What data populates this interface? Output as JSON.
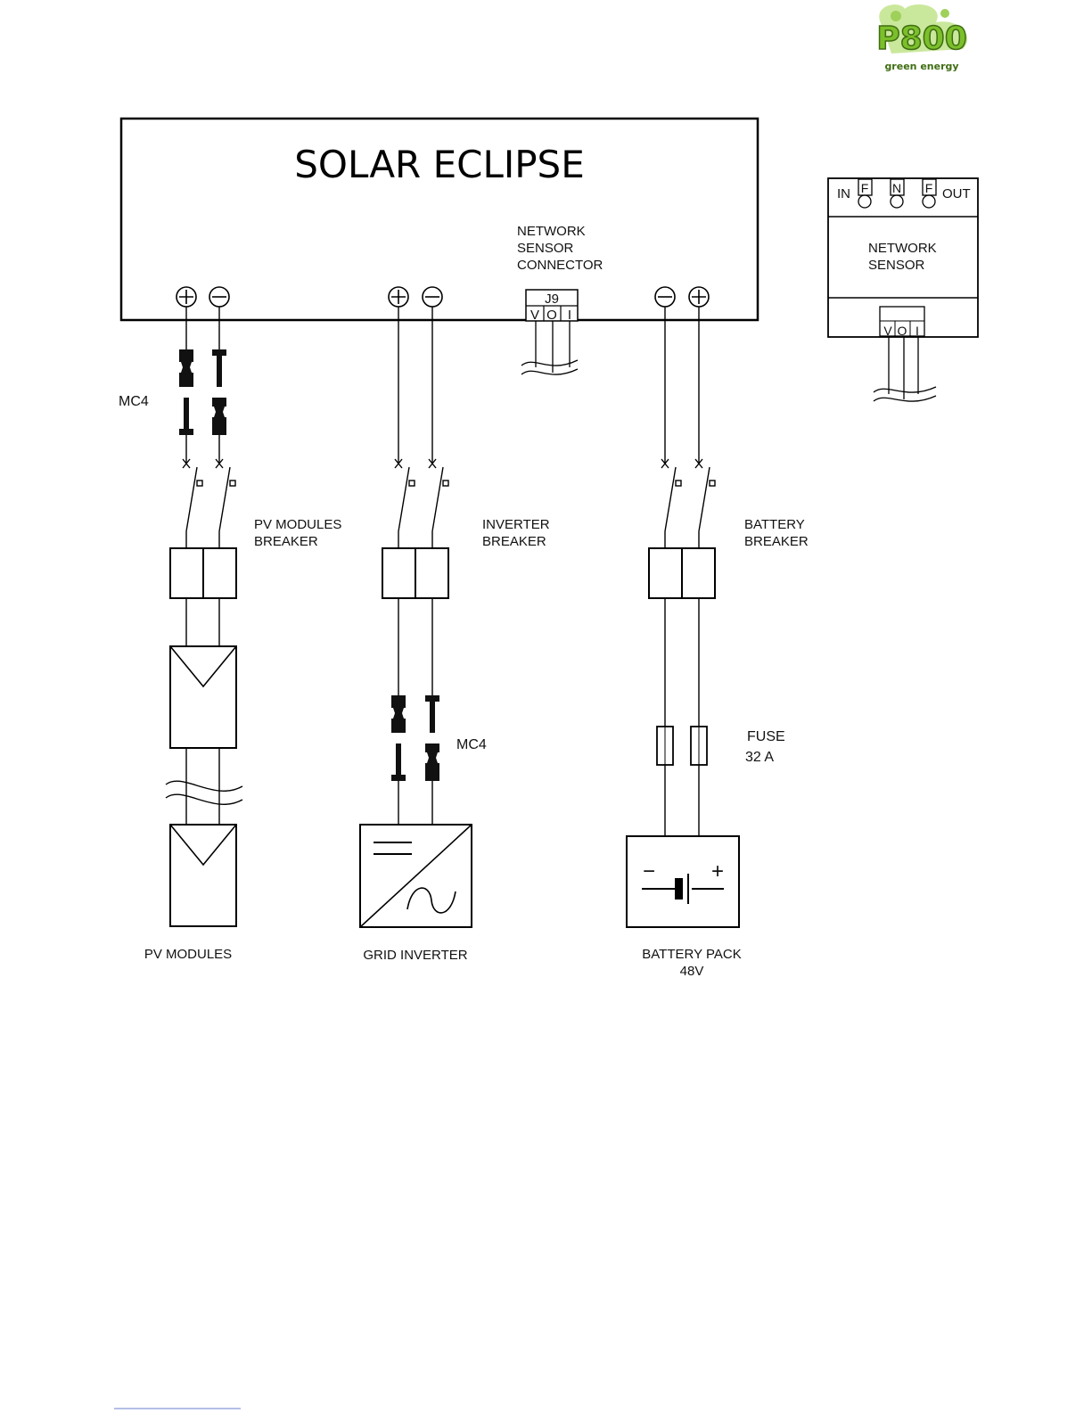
{
  "logo": {
    "text": "P800",
    "tagline": "green energy",
    "brand_color": "#7bbf2a",
    "dark_color": "#3f6d12"
  },
  "main_unit": {
    "title": "SOLAR ECLIPSE",
    "network_connector_label": [
      "NETWORK",
      "SENSOR",
      "CONNECTOR"
    ],
    "j9_label": "J9",
    "j9_pins": [
      "V",
      "O",
      "I"
    ]
  },
  "network_sensor": {
    "in_label": "IN",
    "out_label": "OUT",
    "terminals": [
      "F",
      "N",
      "F"
    ],
    "label": [
      "NETWORK",
      "SENSOR"
    ],
    "pins": [
      "V",
      "O",
      "I"
    ]
  },
  "labels": {
    "mc4_top": "MC4",
    "mc4_inverter": "MC4",
    "pv_breaker": [
      "PV MODULES",
      "BREAKER"
    ],
    "inverter_breaker": [
      "INVERTER",
      "BREAKER"
    ],
    "battery_breaker": [
      "BATTERY",
      "BREAKER"
    ],
    "fuse": [
      "FUSE",
      "32 A"
    ],
    "pv_modules": "PV MODULES",
    "grid_inverter": "GRID INVERTER",
    "battery_pack": [
      "BATTERY PACK",
      "48V"
    ],
    "battery_minus": "−",
    "battery_plus": "+"
  }
}
